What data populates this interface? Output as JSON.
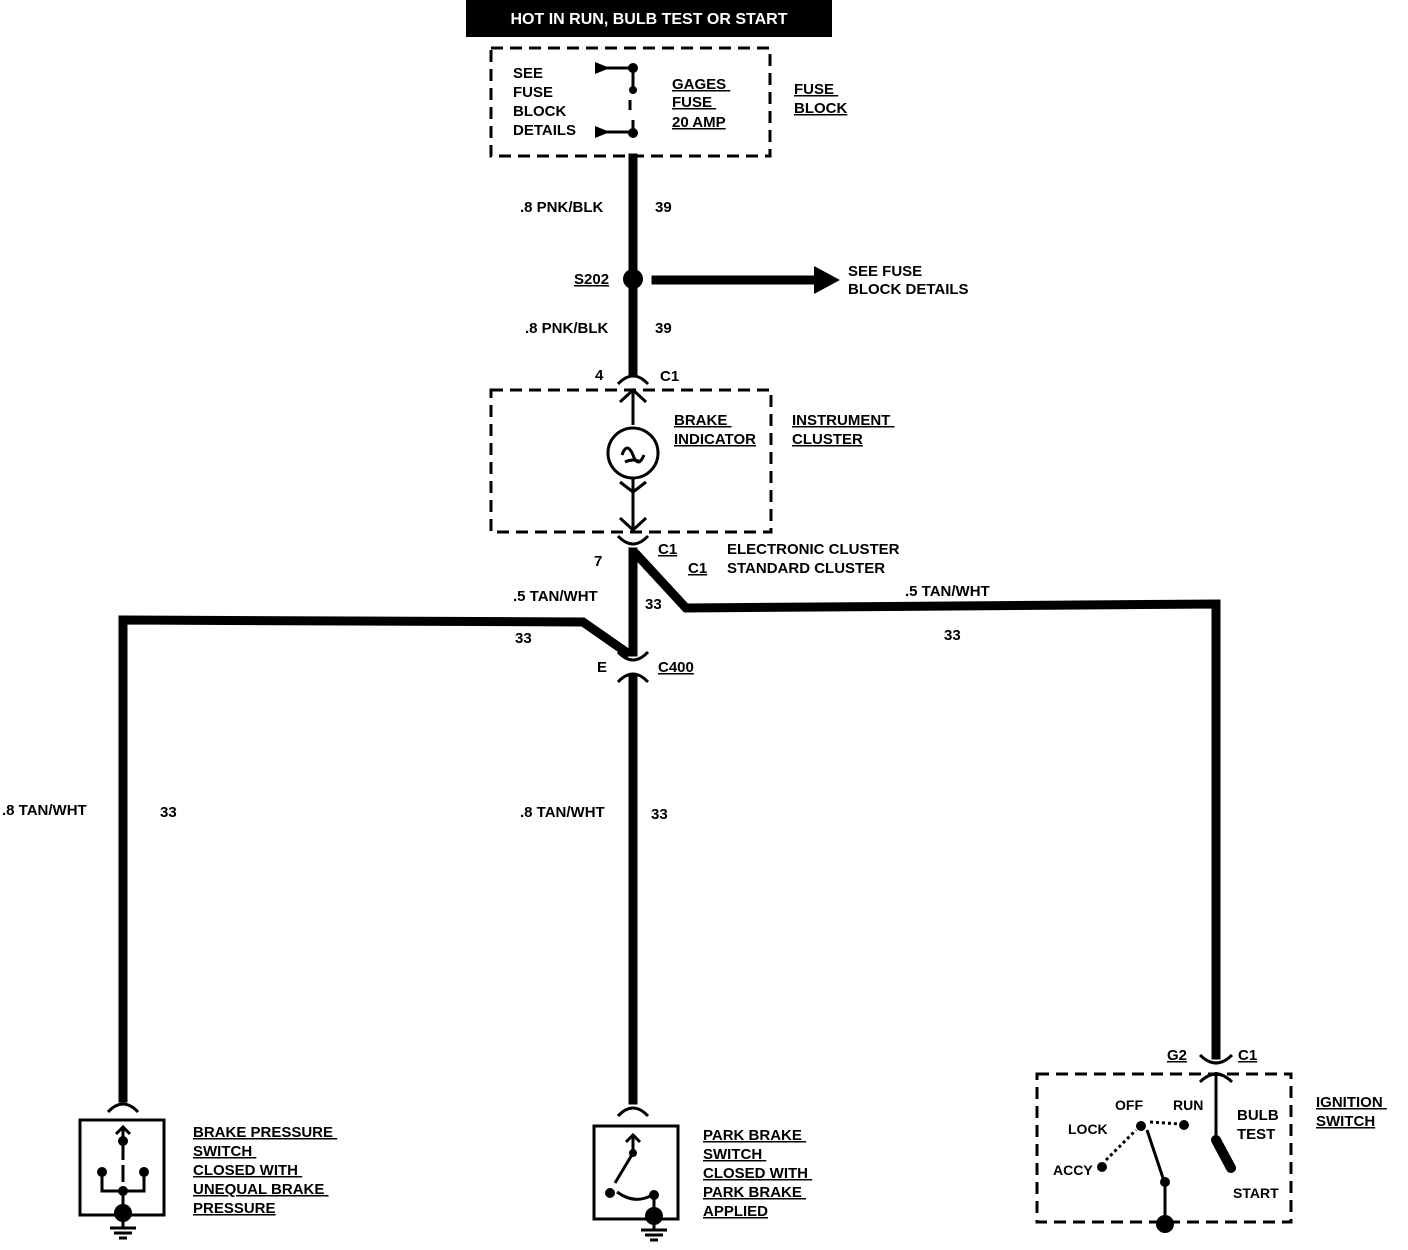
{
  "header": {
    "title": "HOT IN RUN, BULB TEST OR START"
  },
  "fuse_block": {
    "details_lines": [
      "SEE",
      "FUSE",
      "BLOCK",
      "DETAILS"
    ],
    "fuse_lines": [
      "GAGES",
      "FUSE",
      "20  AMP"
    ],
    "label_lines": [
      "FUSE",
      "BLOCK"
    ]
  },
  "wires": {
    "top_1": {
      "gauge": ".8 PNK/BLK",
      "circuit": "39"
    },
    "top_2": {
      "gauge": ".8  PNK/BLK",
      "circuit": "39"
    },
    "center_upper": {
      "circuit": "33"
    },
    "left_branch": {
      "gauge": ".5 TAN/WHT",
      "circuit": "33"
    },
    "right_branch": {
      "gauge": ".5 TAN/WHT",
      "circuit": "33"
    },
    "left_vertical": {
      "gauge": ".8 TAN/WHT",
      "circuit": "33"
    },
    "center_lower": {
      "gauge": ".8 TAN/WHT",
      "circuit": "33"
    }
  },
  "splice": {
    "id": "S202",
    "arrow_lines": [
      "SEE FUSE",
      "BLOCK DETAILS"
    ]
  },
  "instrument_cluster": {
    "pin_top": "4",
    "conn_top": "C1",
    "indicator_lines": [
      "BRAKE",
      "INDICATOR"
    ],
    "label_lines": [
      "INSTRUMENT",
      "CLUSTER"
    ],
    "pin_bottom": "7",
    "conn_bottom_1": "C1",
    "conn_bottom_2": "C1",
    "variant_1": "ELECTRONIC CLUSTER",
    "variant_2": "STANDARD CLUSTER"
  },
  "connector_c400": {
    "pin": "E",
    "id": "C400"
  },
  "brake_pressure_switch": {
    "label_lines": [
      "BRAKE PRESSURE",
      "SWITCH",
      "CLOSED WITH",
      "UNEQUAL BRAKE",
      "PRESSURE"
    ]
  },
  "park_brake_switch": {
    "label_lines": [
      "PARK BRAKE",
      "SWITCH",
      "CLOSED WITH",
      "PARK BRAKE",
      "APPLIED"
    ]
  },
  "ignition_switch": {
    "pin": "G2",
    "conn": "C1",
    "positions": {
      "off": "OFF",
      "run": "RUN",
      "lock": "LOCK",
      "accy": "ACCY",
      "start": "START"
    },
    "bulb_test_lines": [
      "BULB",
      "TEST"
    ],
    "label_lines": [
      "IGNITION",
      "SWITCH"
    ]
  }
}
